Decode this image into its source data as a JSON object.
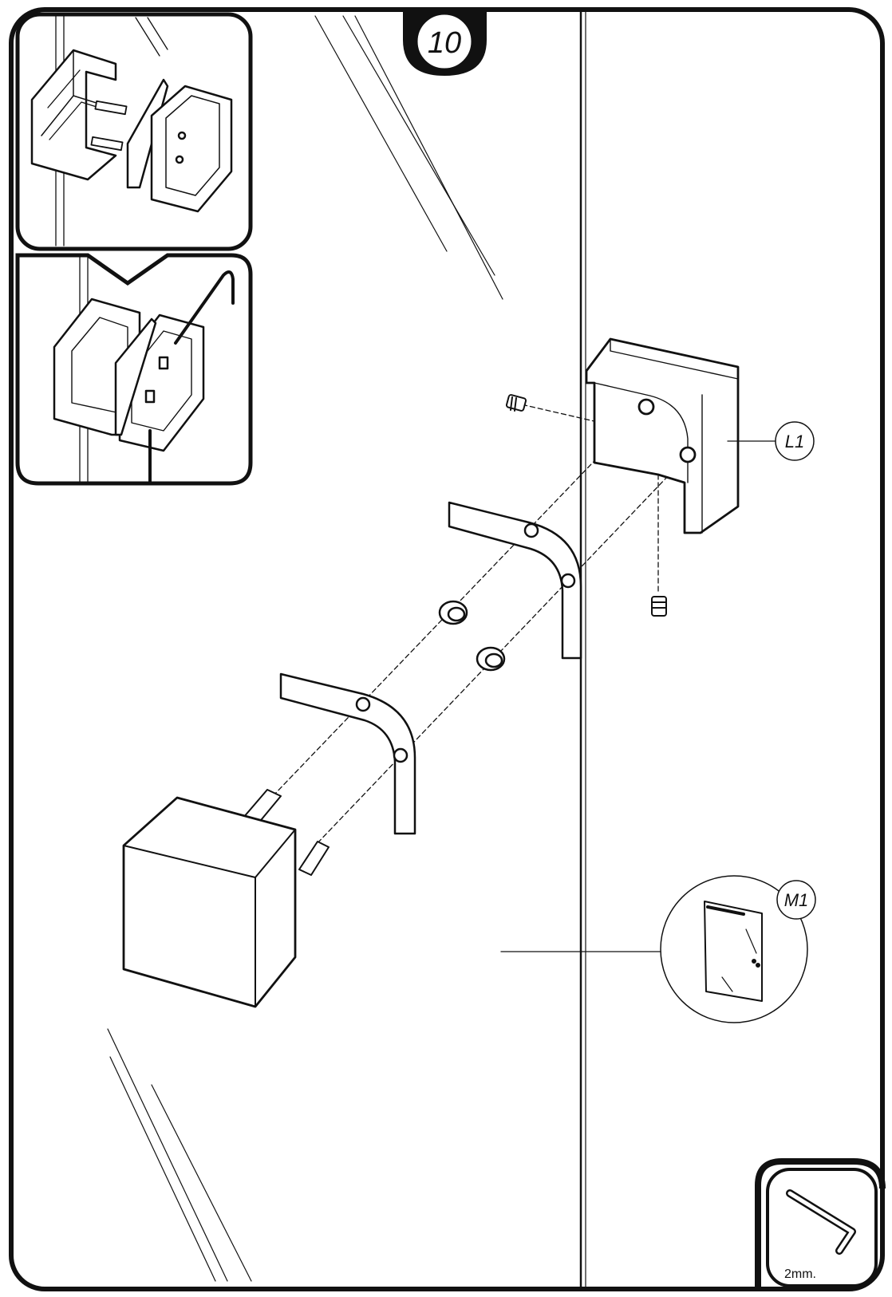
{
  "step": {
    "number": "10"
  },
  "callouts": {
    "l1": {
      "label": "L1"
    },
    "m1": {
      "label": "M1"
    }
  },
  "tool": {
    "label": "2mm.",
    "icon": "hex-key-icon"
  },
  "colors": {
    "ink": "#111111",
    "paper": "#ffffff",
    "part_fill": "#ffffff"
  }
}
